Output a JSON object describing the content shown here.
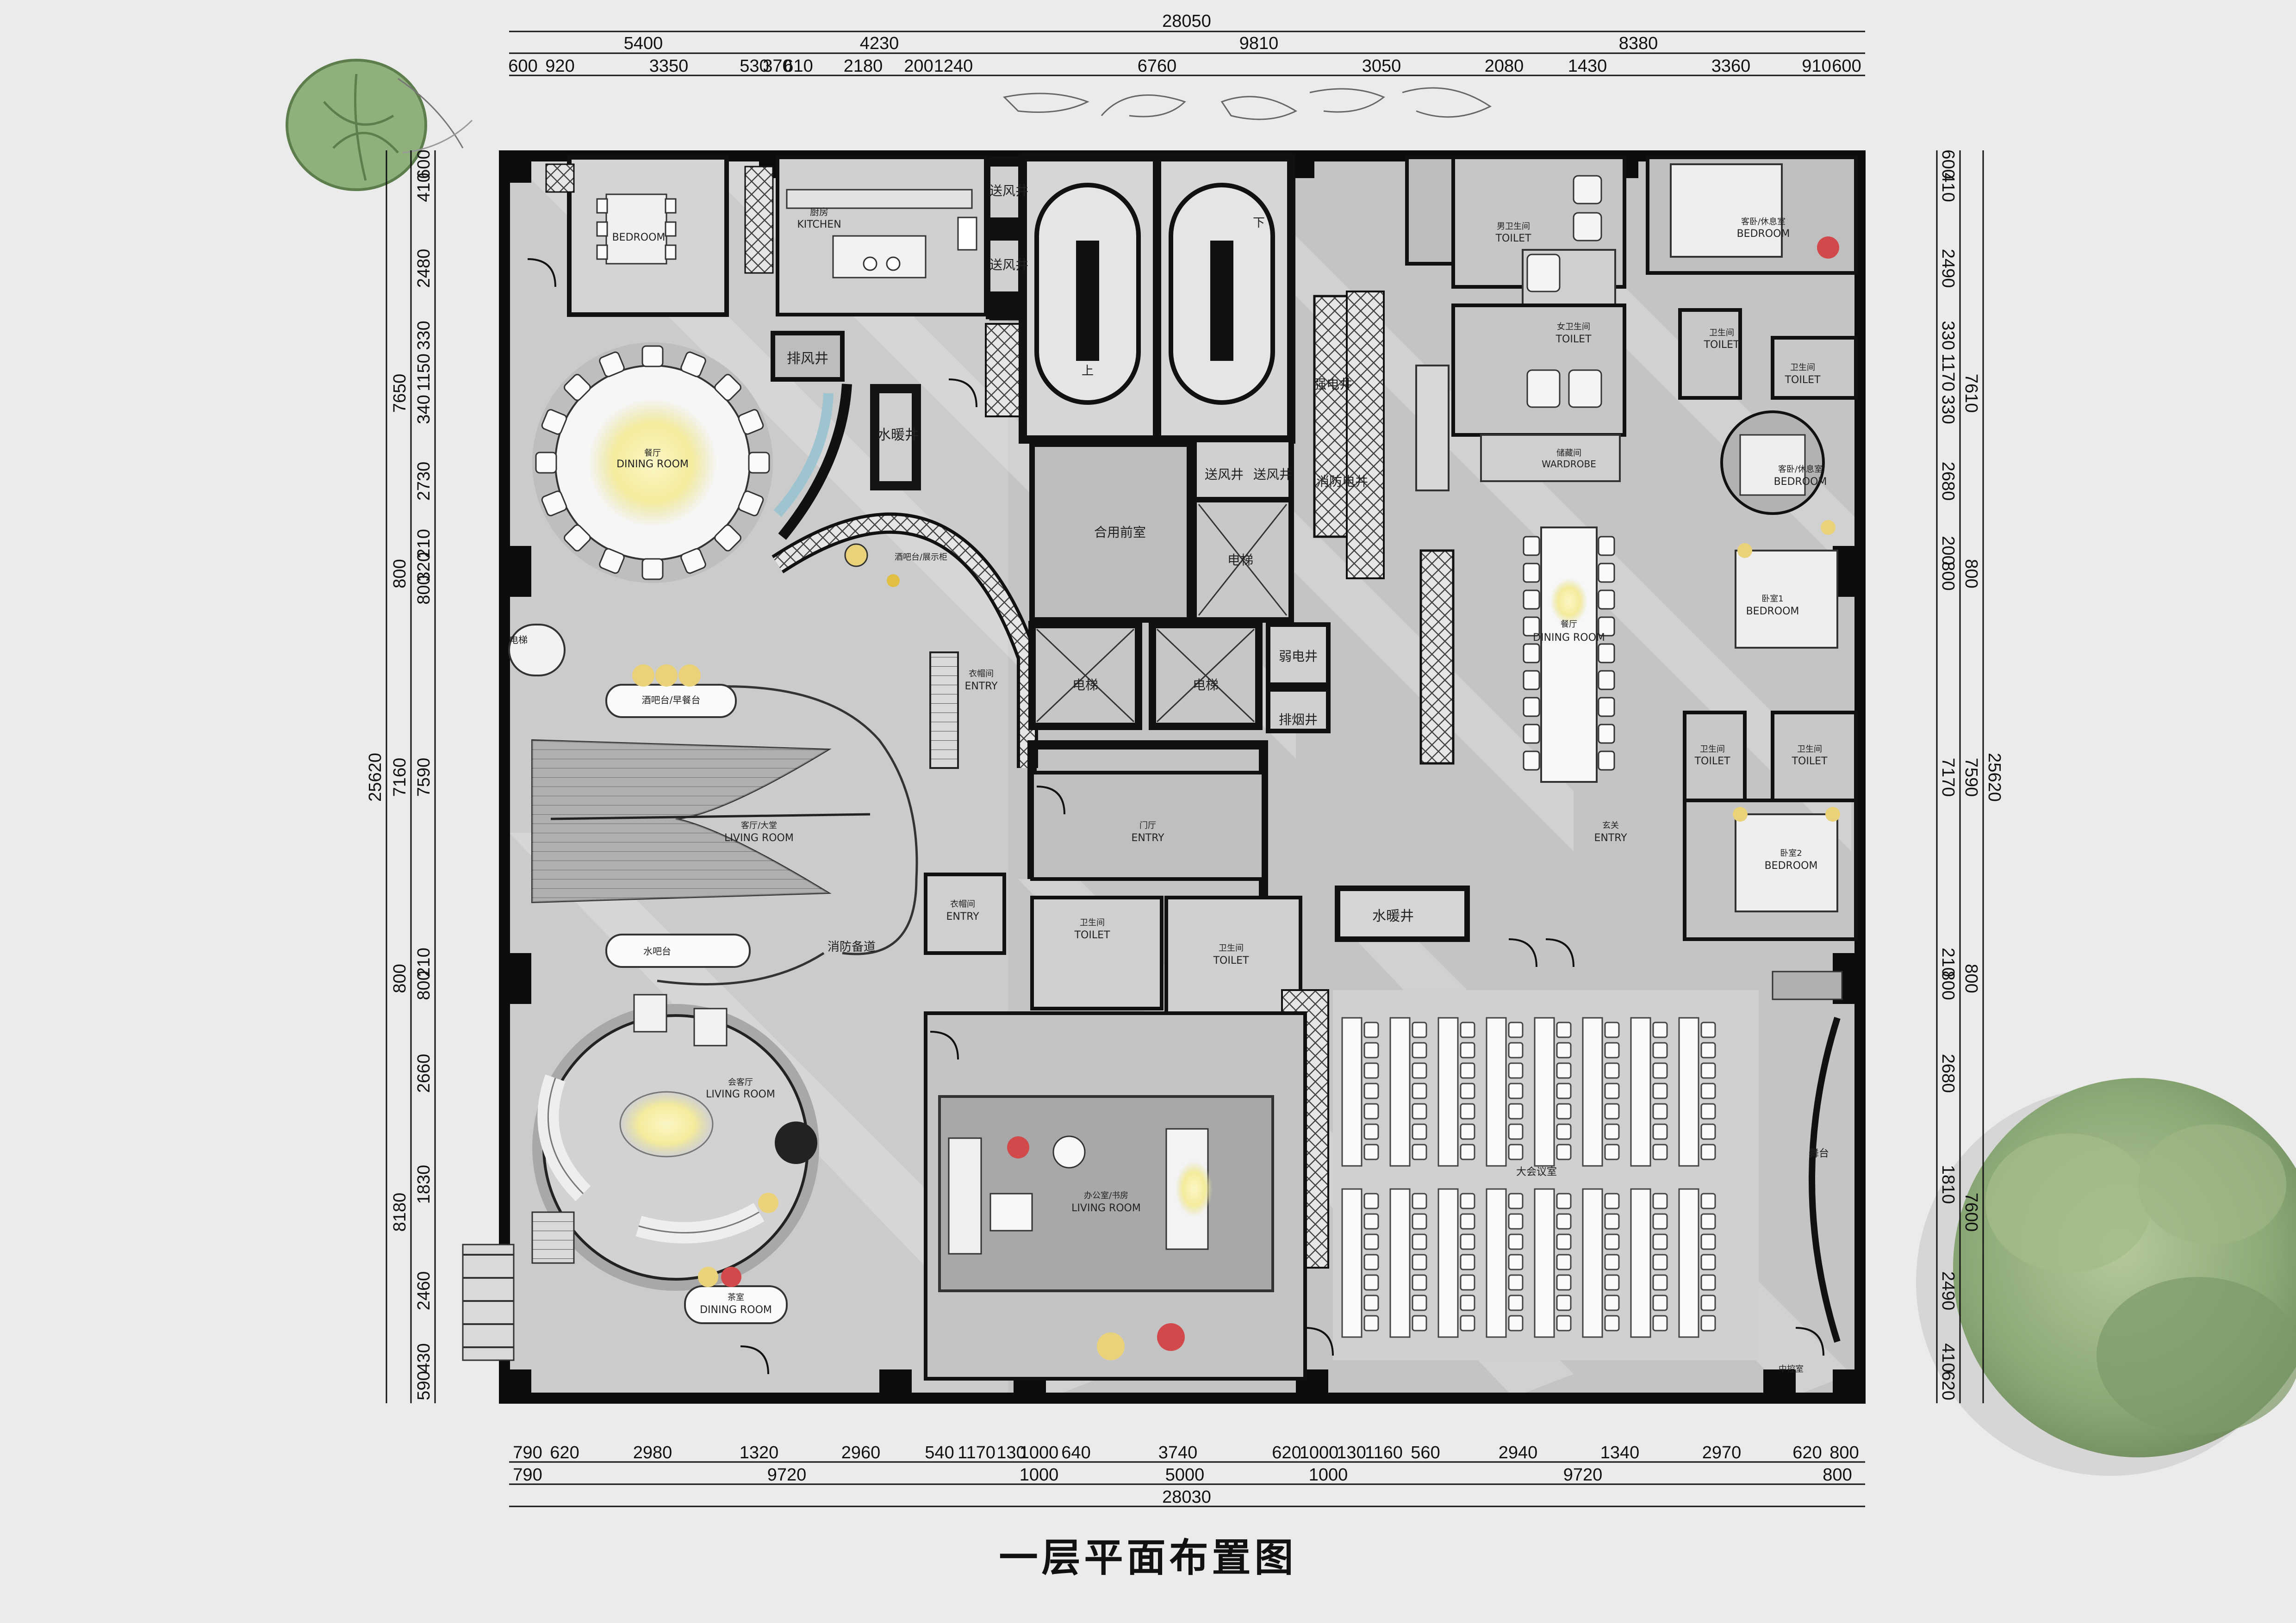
{
  "title": "一层平面布置图",
  "dims": {
    "top_total": "28050",
    "top_mid": [
      "5400",
      "4230",
      "9810",
      "8380"
    ],
    "top_detail": [
      "600",
      "920",
      "3350",
      "530",
      "370",
      "610",
      "2180",
      "200",
      "1240",
      "6760",
      "3050",
      "2080",
      "1430",
      "3360",
      "910",
      "600"
    ],
    "bottom_total": "28030",
    "bottom_mid": [
      "790",
      "9720",
      "1000",
      "5000",
      "1000",
      "9720",
      "800"
    ],
    "bottom_detail": [
      "790",
      "620",
      "2980",
      "1320",
      "2960",
      "540",
      "1170",
      "130",
      "1000",
      "640",
      "3740",
      "620",
      "1000",
      "130",
      "1160",
      "560",
      "2940",
      "1340",
      "2970",
      "620",
      "800"
    ],
    "left_total": "25620",
    "left_mid": [
      "7650",
      "800",
      "7160",
      "800",
      "8180"
    ],
    "left_detail": [
      "600",
      "410",
      "2480",
      "330",
      "1150",
      "340",
      "2730",
      "210",
      "320",
      "800",
      "7590",
      "210",
      "800",
      "2660",
      "1830",
      "2460",
      "430",
      "590"
    ],
    "right_total": "25620",
    "right_mid": [
      "7610",
      "800",
      "7590",
      "800",
      "7600"
    ],
    "right_detail": [
      "600",
      "410",
      "2490",
      "330",
      "1170",
      "330",
      "2680",
      "200",
      "800",
      "7170",
      "210",
      "800",
      "2680",
      "1810",
      "2490",
      "410",
      "620"
    ]
  },
  "rooms": {
    "bedroom_tl": "BEDROOM",
    "kitchen_cn": "厨房",
    "kitchen": "KITCHEN",
    "paifeng": "排风井",
    "shuinuan": "水暖井",
    "dining_cn": "餐厅",
    "dining": "DINING ROOM",
    "wine_display": "酒吧台/展示柜",
    "elevator_l": "电梯",
    "bar": "酒吧台/早餐台",
    "living_cn": "客厅/大堂",
    "living": "LIVING ROOM",
    "fire_corridor": "消防备道",
    "water_bar": "水吧台",
    "meeting_cn": "会客厅",
    "meeting_living": "LIVING ROOM",
    "tea_cn": "茶室",
    "tea_dining": "DINING ROOM",
    "cloak_cn": "衣帽间",
    "entry_a": "ENTRY",
    "entry_b": "ENTRY",
    "entry_c": "ENTRY",
    "songfeng_a": "送风井",
    "songfeng_b": "送风井",
    "songfeng_c": "送风井",
    "songfeng_d": "送风井",
    "stair_up": "上",
    "stair_down": "下",
    "qiangdian": "强电井",
    "xiaofang": "消防电井",
    "front_room": "合用前室",
    "lift_a": "电梯",
    "lift_b": "电梯",
    "lift_c": "电梯",
    "ruodian": "弱电井",
    "paiyan": "排烟井",
    "hall_cn": "门厅",
    "hall_entry": "ENTRY",
    "toilet_m": "男卫生间",
    "toilet_m_en": "TOILET",
    "toilet_f": "女卫生间",
    "toilet_f_en": "TOILET",
    "wardrobe_cn": "储藏间",
    "wardrobe": "WARDROBE",
    "staff_dining_cn": "餐厅",
    "staff_dining": "DINING ROOM",
    "hall_main_cn": "玄关",
    "hall_main": "ENTRY",
    "suite_a_cn": "客卧/休息室",
    "suite_a": "BEDROOM",
    "toilet_a_cn": "卫生间",
    "toilet_a": "TOILET",
    "toilet_b_cn": "卫生间",
    "toilet_b": "TOILET",
    "suite_b_cn": "客卧/休息室",
    "suite_b": "BEDROOM",
    "bed1_cn": "卧室1",
    "bed1": "BEDROOM",
    "toilet_c_cn": "卫生间",
    "toilet_c": "TOILET",
    "toilet_d_cn": "卫生间",
    "toilet_d": "TOILET",
    "bed2_cn": "卧室2",
    "bed2": "BEDROOM",
    "shuinuan2": "水暖井",
    "toilet_e_cn": "卫生间",
    "toilet_e": "TOILET",
    "toilet_f2_cn": "卫生间",
    "toilet_f2": "TOILET",
    "entry_small_cn": "衣帽间",
    "entry_small": "ENTRY",
    "office_cn": "办公室/书房",
    "office": "LIVING ROOM",
    "conference_cn": "大会议室",
    "stage_cn": "舞台",
    "control_cn": "中控室"
  },
  "colors": {
    "wall": "#0c0c0c",
    "floor": "#c9c9c9",
    "floor_light": "#d6d6d6",
    "background": "#ebebeb",
    "tree_green": "#7fa06a",
    "tree_green_light": "#9cbc86",
    "accent_yellow": "#f2e39a",
    "accent_red": "#d1494b"
  }
}
